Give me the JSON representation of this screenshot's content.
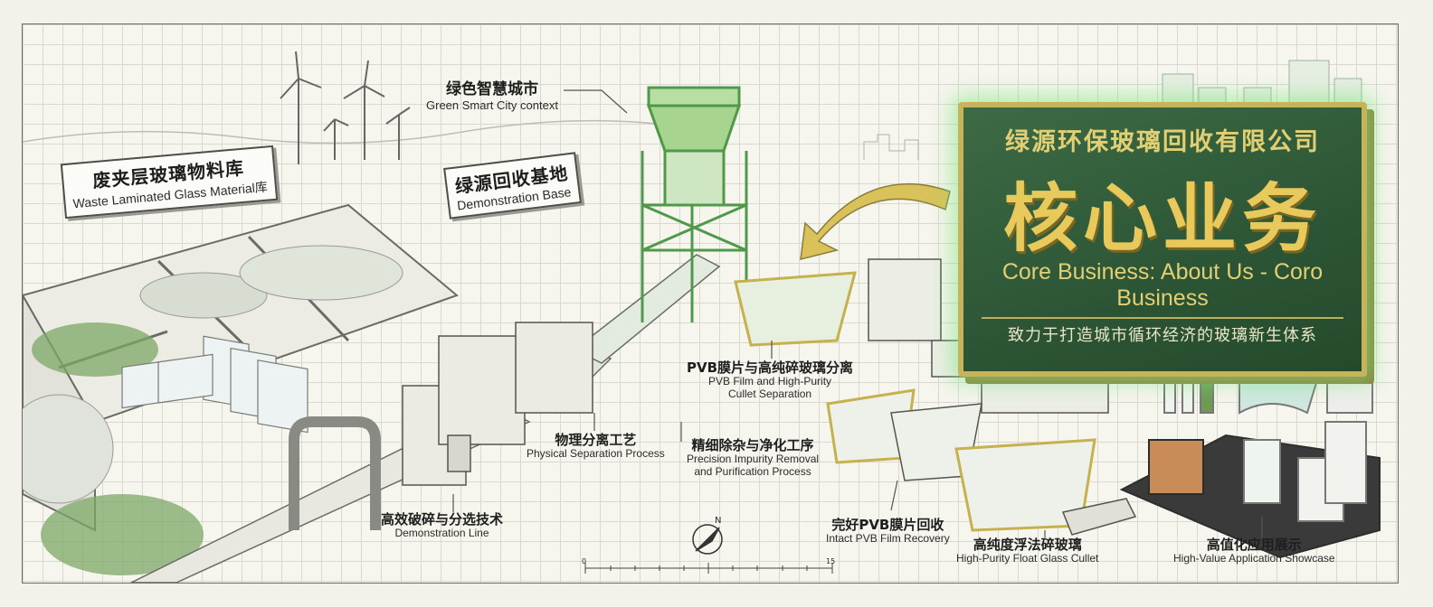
{
  "board": {
    "company": "绿源环保玻璃回收有限公司",
    "headline": "核心业务",
    "english": "Core Business: About Us - Coro Business",
    "slogan": "致力于打造城市循环经济的玻璃新生体系"
  },
  "signs": {
    "storage": {
      "zh": "废夹层玻璃物料库",
      "en": "Waste Laminated Glass Material库"
    },
    "base": {
      "zh": "绿源回收基地",
      "en": "Demonstration Base"
    }
  },
  "labels": {
    "city": {
      "zh": "绿色智慧城市",
      "en": "Green Smart City context"
    },
    "crushing": {
      "zh": "高效破碎与分选技术",
      "en": "Demonstration Line"
    },
    "physical": {
      "zh": "物理分离工艺",
      "en": "Physical Separation Process"
    },
    "pvb_sep": {
      "zh": "PVB膜片与高纯碎玻璃分离",
      "en1": "PVB Film and High-Purity",
      "en2": "Cullet Separation"
    },
    "refine": {
      "zh": "精细除杂与净化工序",
      "en1": "Precision Impurity Removal",
      "en2": "and Purification Process"
    },
    "pvb_film": {
      "zh": "完好PVB膜片回收",
      "en": "Intact PVB Film Recovery"
    },
    "cullet": {
      "zh": "高纯度浮法碎玻璃",
      "en": "High-Purity Float Glass Cullet"
    },
    "showcase": {
      "zh": "高值化应用展示",
      "en": "High-Value Application Showcase"
    }
  },
  "scale": {
    "start": "0",
    "end": "15"
  },
  "compass": {
    "north": "N"
  },
  "colors": {
    "accent_green": "#4f9a4a",
    "glow": "#7ee87e",
    "gold": "#e8c95c",
    "board": "#2c5535",
    "line": "#555550"
  }
}
